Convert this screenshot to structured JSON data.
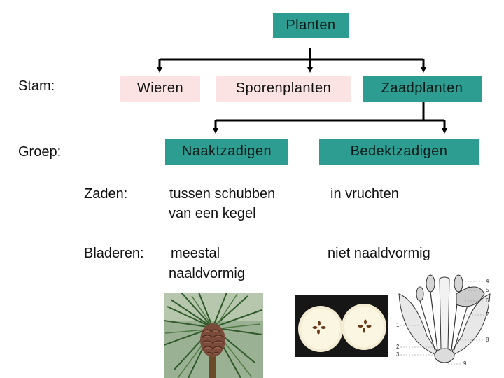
{
  "diagram": {
    "root": "Planten",
    "row_labels": {
      "stam": "Stam:",
      "groep": "Groep:"
    },
    "stam_nodes": {
      "wieren": "Wieren",
      "sporenplanten": "Sporenplanten",
      "zaadplanten": "Zaadplanten"
    },
    "groep_nodes": {
      "naaktzadigen": "Naaktzadigen",
      "bedektzadigen": "Bedektzadigen"
    }
  },
  "comparison": {
    "zaden": {
      "label": "Zaden:",
      "naaktzadigen_line1": "tussen schubben",
      "naaktzadigen_line2": "van een kegel",
      "bedektzadigen": "in vruchten"
    },
    "bladeren": {
      "label": "Bladeren:",
      "naaktzadigen_line1": "meestal",
      "naaktzadigen_line2": "naaldvormig",
      "bedektzadigen": "niet naaldvormig"
    }
  },
  "flower_diagram_numbers": [
    "4",
    "5",
    "6",
    "7",
    "1",
    "8",
    "2",
    "3",
    "9"
  ],
  "colors": {
    "teal": "#2e9d91",
    "pink": "#fbe3e3",
    "line": "#000000"
  }
}
